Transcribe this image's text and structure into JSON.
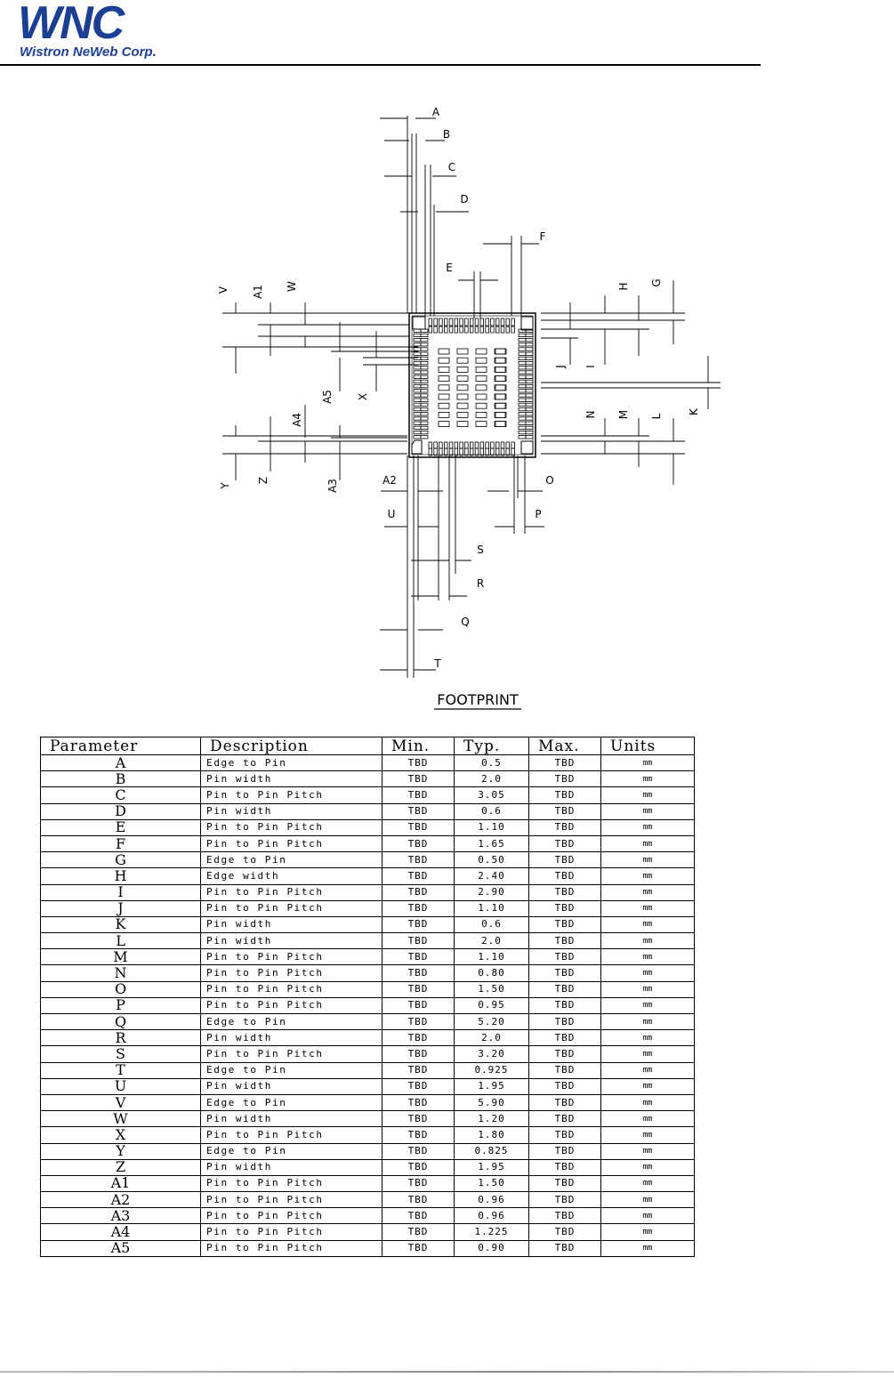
{
  "header": {
    "logo_mark": "WNC",
    "company_name": "Wistron NeWeb Corp."
  },
  "figure": {
    "caption": "FOOTPRINT",
    "dimension_labels": [
      "A",
      "B",
      "C",
      "D",
      "E",
      "F",
      "G",
      "H",
      "I",
      "J",
      "K",
      "L",
      "M",
      "N",
      "O",
      "P",
      "Q",
      "R",
      "S",
      "T",
      "U",
      "V",
      "W",
      "X",
      "Y",
      "Z",
      "A1",
      "A2",
      "A3",
      "A4",
      "A5"
    ]
  },
  "table": {
    "headers": [
      "Parameter",
      "Description",
      "Min.",
      "Typ.",
      "Max.",
      "Units"
    ],
    "rows": [
      {
        "param": "A",
        "desc": "Edge to Pin",
        "min": "TBD",
        "typ": "0.5",
        "max": "TBD",
        "units": "mm"
      },
      {
        "param": "B",
        "desc": "Pin width",
        "min": "TBD",
        "typ": "2.0",
        "max": "TBD",
        "units": "mm"
      },
      {
        "param": "C",
        "desc": "Pin to Pin Pitch",
        "min": "TBD",
        "typ": "3.05",
        "max": "TBD",
        "units": "mm"
      },
      {
        "param": "D",
        "desc": "Pin width",
        "min": "TBD",
        "typ": "0.6",
        "max": "TBD",
        "units": "mm"
      },
      {
        "param": "E",
        "desc": "Pin to Pin Pitch",
        "min": "TBD",
        "typ": "1.10",
        "max": "TBD",
        "units": "mm"
      },
      {
        "param": "F",
        "desc": "Pin to Pin Pitch",
        "min": "TBD",
        "typ": "1.65",
        "max": "TBD",
        "units": "mm"
      },
      {
        "param": "G",
        "desc": "Edge to Pin",
        "min": "TBD",
        "typ": "0.50",
        "max": "TBD",
        "units": "mm"
      },
      {
        "param": "H",
        "desc": "Edge width",
        "min": "TBD",
        "typ": "2.40",
        "max": "TBD",
        "units": "mm"
      },
      {
        "param": "I",
        "desc": "Pin to Pin Pitch",
        "min": "TBD",
        "typ": "2.90",
        "max": "TBD",
        "units": "mm"
      },
      {
        "param": "J",
        "desc": "Pin to Pin Pitch",
        "min": "TBD",
        "typ": "1.10",
        "max": "TBD",
        "units": "mm"
      },
      {
        "param": "K",
        "desc": "Pin width",
        "min": "TBD",
        "typ": "0.6",
        "max": "TBD",
        "units": "mm"
      },
      {
        "param": "L",
        "desc": "Pin width",
        "min": "TBD",
        "typ": "2.0",
        "max": "TBD",
        "units": "mm"
      },
      {
        "param": "M",
        "desc": "Pin to Pin Pitch",
        "min": "TBD",
        "typ": "1.10",
        "max": "TBD",
        "units": "mm"
      },
      {
        "param": "N",
        "desc": "Pin to Pin Pitch",
        "min": "TBD",
        "typ": "0.80",
        "max": "TBD",
        "units": "mm"
      },
      {
        "param": "O",
        "desc": "Pin to Pin Pitch",
        "min": "TBD",
        "typ": "1.50",
        "max": "TBD",
        "units": "mm"
      },
      {
        "param": "P",
        "desc": "Pin to Pin Pitch",
        "min": "TBD",
        "typ": "0.95",
        "max": "TBD",
        "units": "mm"
      },
      {
        "param": "Q",
        "desc": "Edge to Pin",
        "min": "TBD",
        "typ": "5.20",
        "max": "TBD",
        "units": "mm"
      },
      {
        "param": "R",
        "desc": "Pin width",
        "min": "TBD",
        "typ": "2.0",
        "max": "TBD",
        "units": "mm"
      },
      {
        "param": "S",
        "desc": "Pin to Pin Pitch",
        "min": "TBD",
        "typ": "3.20",
        "max": "TBD",
        "units": "mm"
      },
      {
        "param": "T",
        "desc": "Edge to Pin",
        "min": "TBD",
        "typ": "0.925",
        "max": "TBD",
        "units": "mm"
      },
      {
        "param": "U",
        "desc": "Pin width",
        "min": "TBD",
        "typ": "1.95",
        "max": "TBD",
        "units": "mm"
      },
      {
        "param": "V",
        "desc": "Edge to Pin",
        "min": "TBD",
        "typ": "5.90",
        "max": "TBD",
        "units": "mm"
      },
      {
        "param": "W",
        "desc": "Pin width",
        "min": "TBD",
        "typ": "1.20",
        "max": "TBD",
        "units": "mm"
      },
      {
        "param": "X",
        "desc": "Pin to Pin Pitch",
        "min": "TBD",
        "typ": "1.80",
        "max": "TBD",
        "units": "mm"
      },
      {
        "param": "Y",
        "desc": "Edge to Pin",
        "min": "TBD",
        "typ": "0.825",
        "max": "TBD",
        "units": "mm"
      },
      {
        "param": "Z",
        "desc": "Pin width",
        "min": "TBD",
        "typ": "1.95",
        "max": "TBD",
        "units": "mm"
      },
      {
        "param": "A1",
        "desc": "Pin to Pin Pitch",
        "min": "TBD",
        "typ": "1.50",
        "max": "TBD",
        "units": "mm"
      },
      {
        "param": "A2",
        "desc": "Pin to Pin Pitch",
        "min": "TBD",
        "typ": "0.96",
        "max": "TBD",
        "units": "mm"
      },
      {
        "param": "A3",
        "desc": "Pin to Pin Pitch",
        "min": "TBD",
        "typ": "0.96",
        "max": "TBD",
        "units": "mm"
      },
      {
        "param": "A4",
        "desc": "Pin to Pin Pitch",
        "min": "TBD",
        "typ": "1.225",
        "max": "TBD",
        "units": "mm"
      },
      {
        "param": "A5",
        "desc": "Pin to Pin Pitch",
        "min": "TBD",
        "typ": "0.90",
        "max": "TBD",
        "units": "mm"
      }
    ]
  }
}
